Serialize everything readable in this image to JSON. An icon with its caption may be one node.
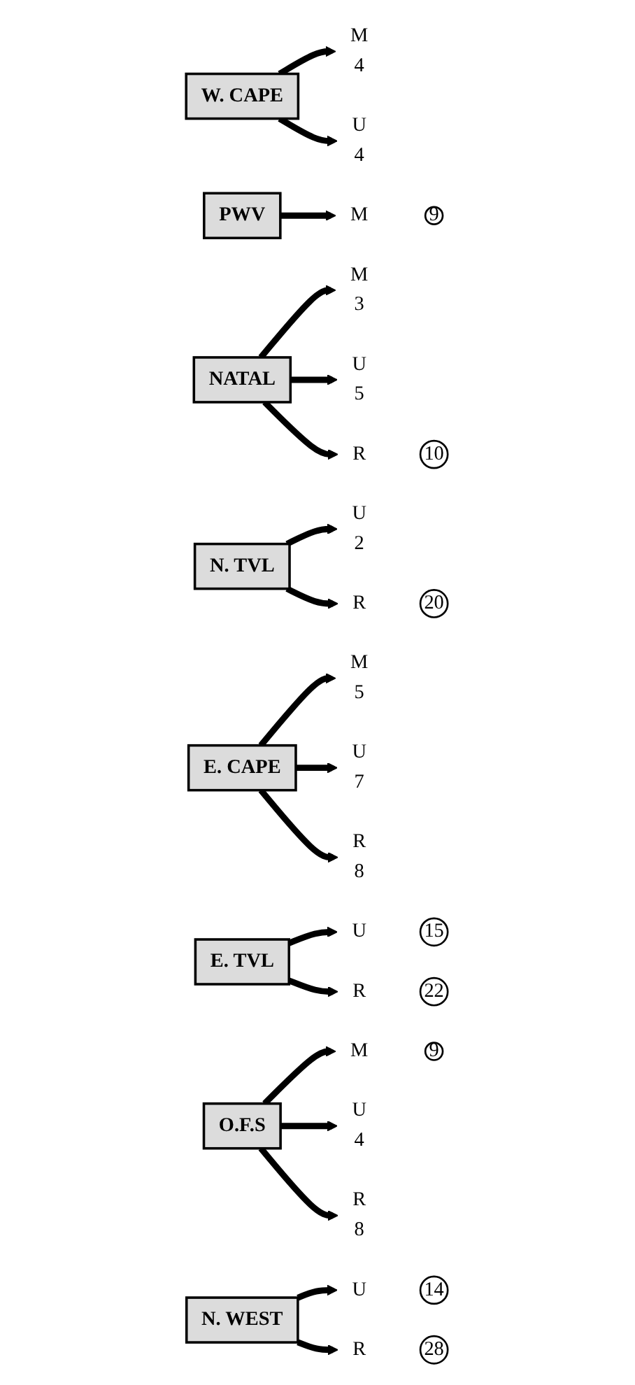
{
  "diagram": {
    "nodes": [
      {
        "text": [
          "W. CAPE"
        ]
      },
      {
        "text": [
          "M",
          "4"
        ]
      },
      {
        "text": [
          "U",
          "4"
        ]
      },
      {
        "text": [
          "PWV"
        ]
      },
      {
        "text": [
          "M"
        ]
      },
      {
        "text": [
          "9"
        ]
      },
      {
        "text": [
          "NATAL"
        ]
      },
      {
        "text": [
          "M",
          "3"
        ]
      },
      {
        "text": [
          "U",
          "5"
        ]
      },
      {
        "text": [
          "R"
        ]
      },
      {
        "text": [
          "10"
        ]
      },
      {
        "text": [
          "N. TVL"
        ]
      },
      {
        "text": [
          "U",
          "2"
        ]
      },
      {
        "text": [
          "R"
        ]
      },
      {
        "text": [
          "20"
        ]
      },
      {
        "text": [
          "E. CAPE"
        ]
      },
      {
        "text": [
          "M",
          "5"
        ]
      },
      {
        "text": [
          "U",
          "7"
        ]
      },
      {
        "text": [
          "R",
          "8"
        ]
      },
      {
        "text": [
          "E. TVL"
        ]
      },
      {
        "text": [
          "U"
        ]
      },
      {
        "text": [
          "15"
        ]
      },
      {
        "text": [
          "R"
        ]
      },
      {
        "text": [
          "22"
        ]
      },
      {
        "text": [
          "O.F.S"
        ]
      },
      {
        "text": [
          "M"
        ]
      },
      {
        "text": [
          "9"
        ]
      },
      {
        "text": [
          "U",
          "4"
        ]
      },
      {
        "text": [
          "R",
          "8"
        ]
      },
      {
        "text": [
          "N. WEST"
        ]
      },
      {
        "text": [
          "U"
        ]
      },
      {
        "text": [
          "14"
        ]
      },
      {
        "text": [
          "R"
        ]
      },
      {
        "text": [
          "28"
        ]
      }
    ],
    "edges": [
      {
        "from": 0,
        "to": 1,
        "arrow": "to"
      },
      {
        "from": 0,
        "to": 2,
        "arrow": "to"
      },
      {
        "from": 3,
        "to": 4,
        "arrow": "to"
      },
      {
        "from": 6,
        "to": 7,
        "arrow": "to"
      },
      {
        "from": 6,
        "to": 8,
        "arrow": "to"
      },
      {
        "from": 6,
        "to": 9,
        "arrow": "to"
      },
      {
        "from": 11,
        "to": 12,
        "arrow": "to"
      },
      {
        "from": 11,
        "to": 13,
        "arrow": "to"
      },
      {
        "from": 15,
        "to": 16,
        "arrow": "to"
      },
      {
        "from": 15,
        "to": 17,
        "arrow": "to"
      },
      {
        "from": 15,
        "to": 18,
        "arrow": "to"
      },
      {
        "from": 19,
        "to": 20,
        "arrow": "to"
      },
      {
        "from": 19,
        "to": 22,
        "arrow": "to"
      },
      {
        "from": 24,
        "to": 25,
        "arrow": "to"
      },
      {
        "from": 24,
        "to": 27,
        "arrow": "to"
      },
      {
        "from": 24,
        "to": 28,
        "arrow": "to"
      },
      {
        "from": 29,
        "to": 30,
        "arrow": "to"
      },
      {
        "from": 29,
        "to": 32,
        "arrow": "to"
      }
    ]
  }
}
